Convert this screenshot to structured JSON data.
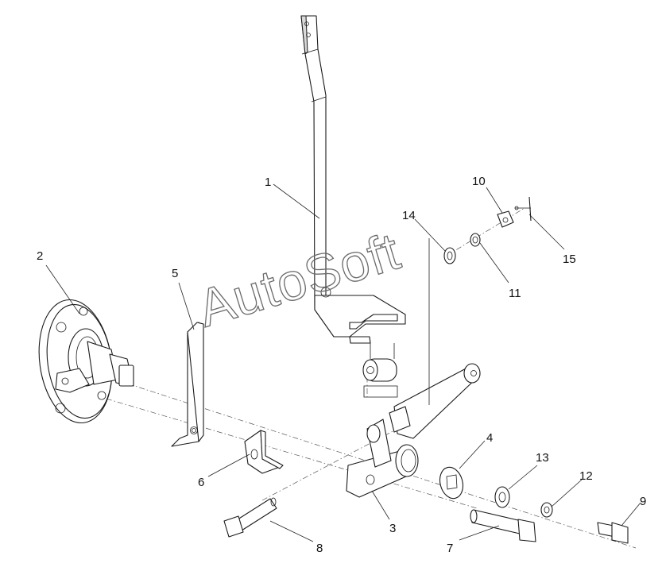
{
  "watermark": "AutoSoft",
  "callouts": [
    "1",
    "2",
    "3",
    "4",
    "5",
    "6",
    "7",
    "8",
    "9",
    "10",
    "11",
    "12",
    "13",
    "14",
    "15"
  ]
}
